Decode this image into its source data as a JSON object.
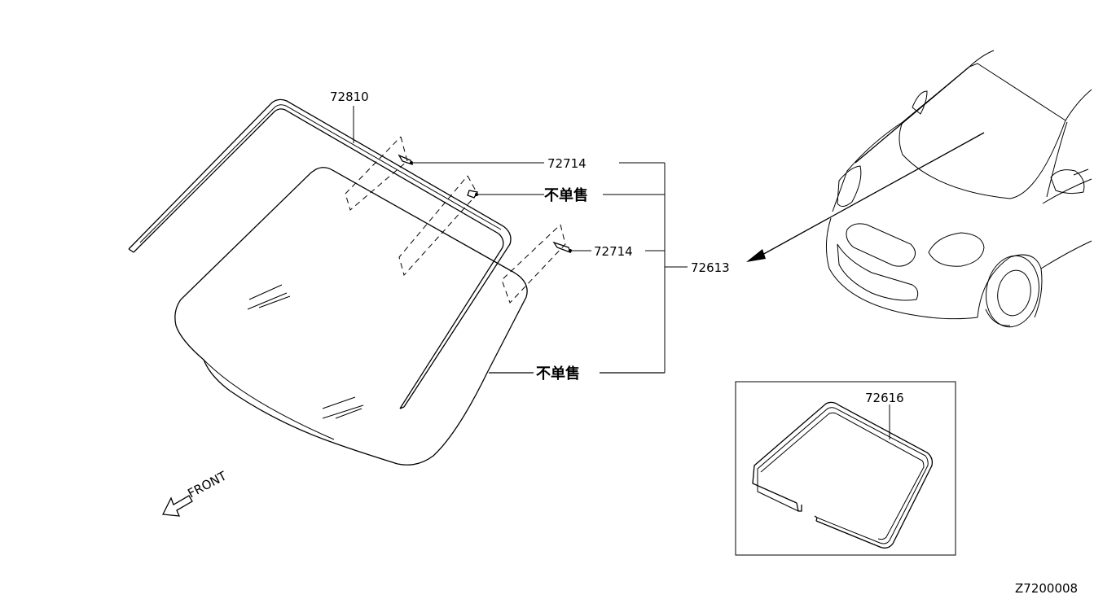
{
  "labels": {
    "moulding_part": "72810",
    "clip_part_upper": "72714",
    "clip_part_lower": "72714",
    "not_sold_separately_1": "不单售",
    "not_sold_separately_2": "不单售",
    "windshield_part": "72613",
    "dam_rubber_part": "72616",
    "front_indicator": "FRONT",
    "diagram_code": "Z7200008"
  }
}
